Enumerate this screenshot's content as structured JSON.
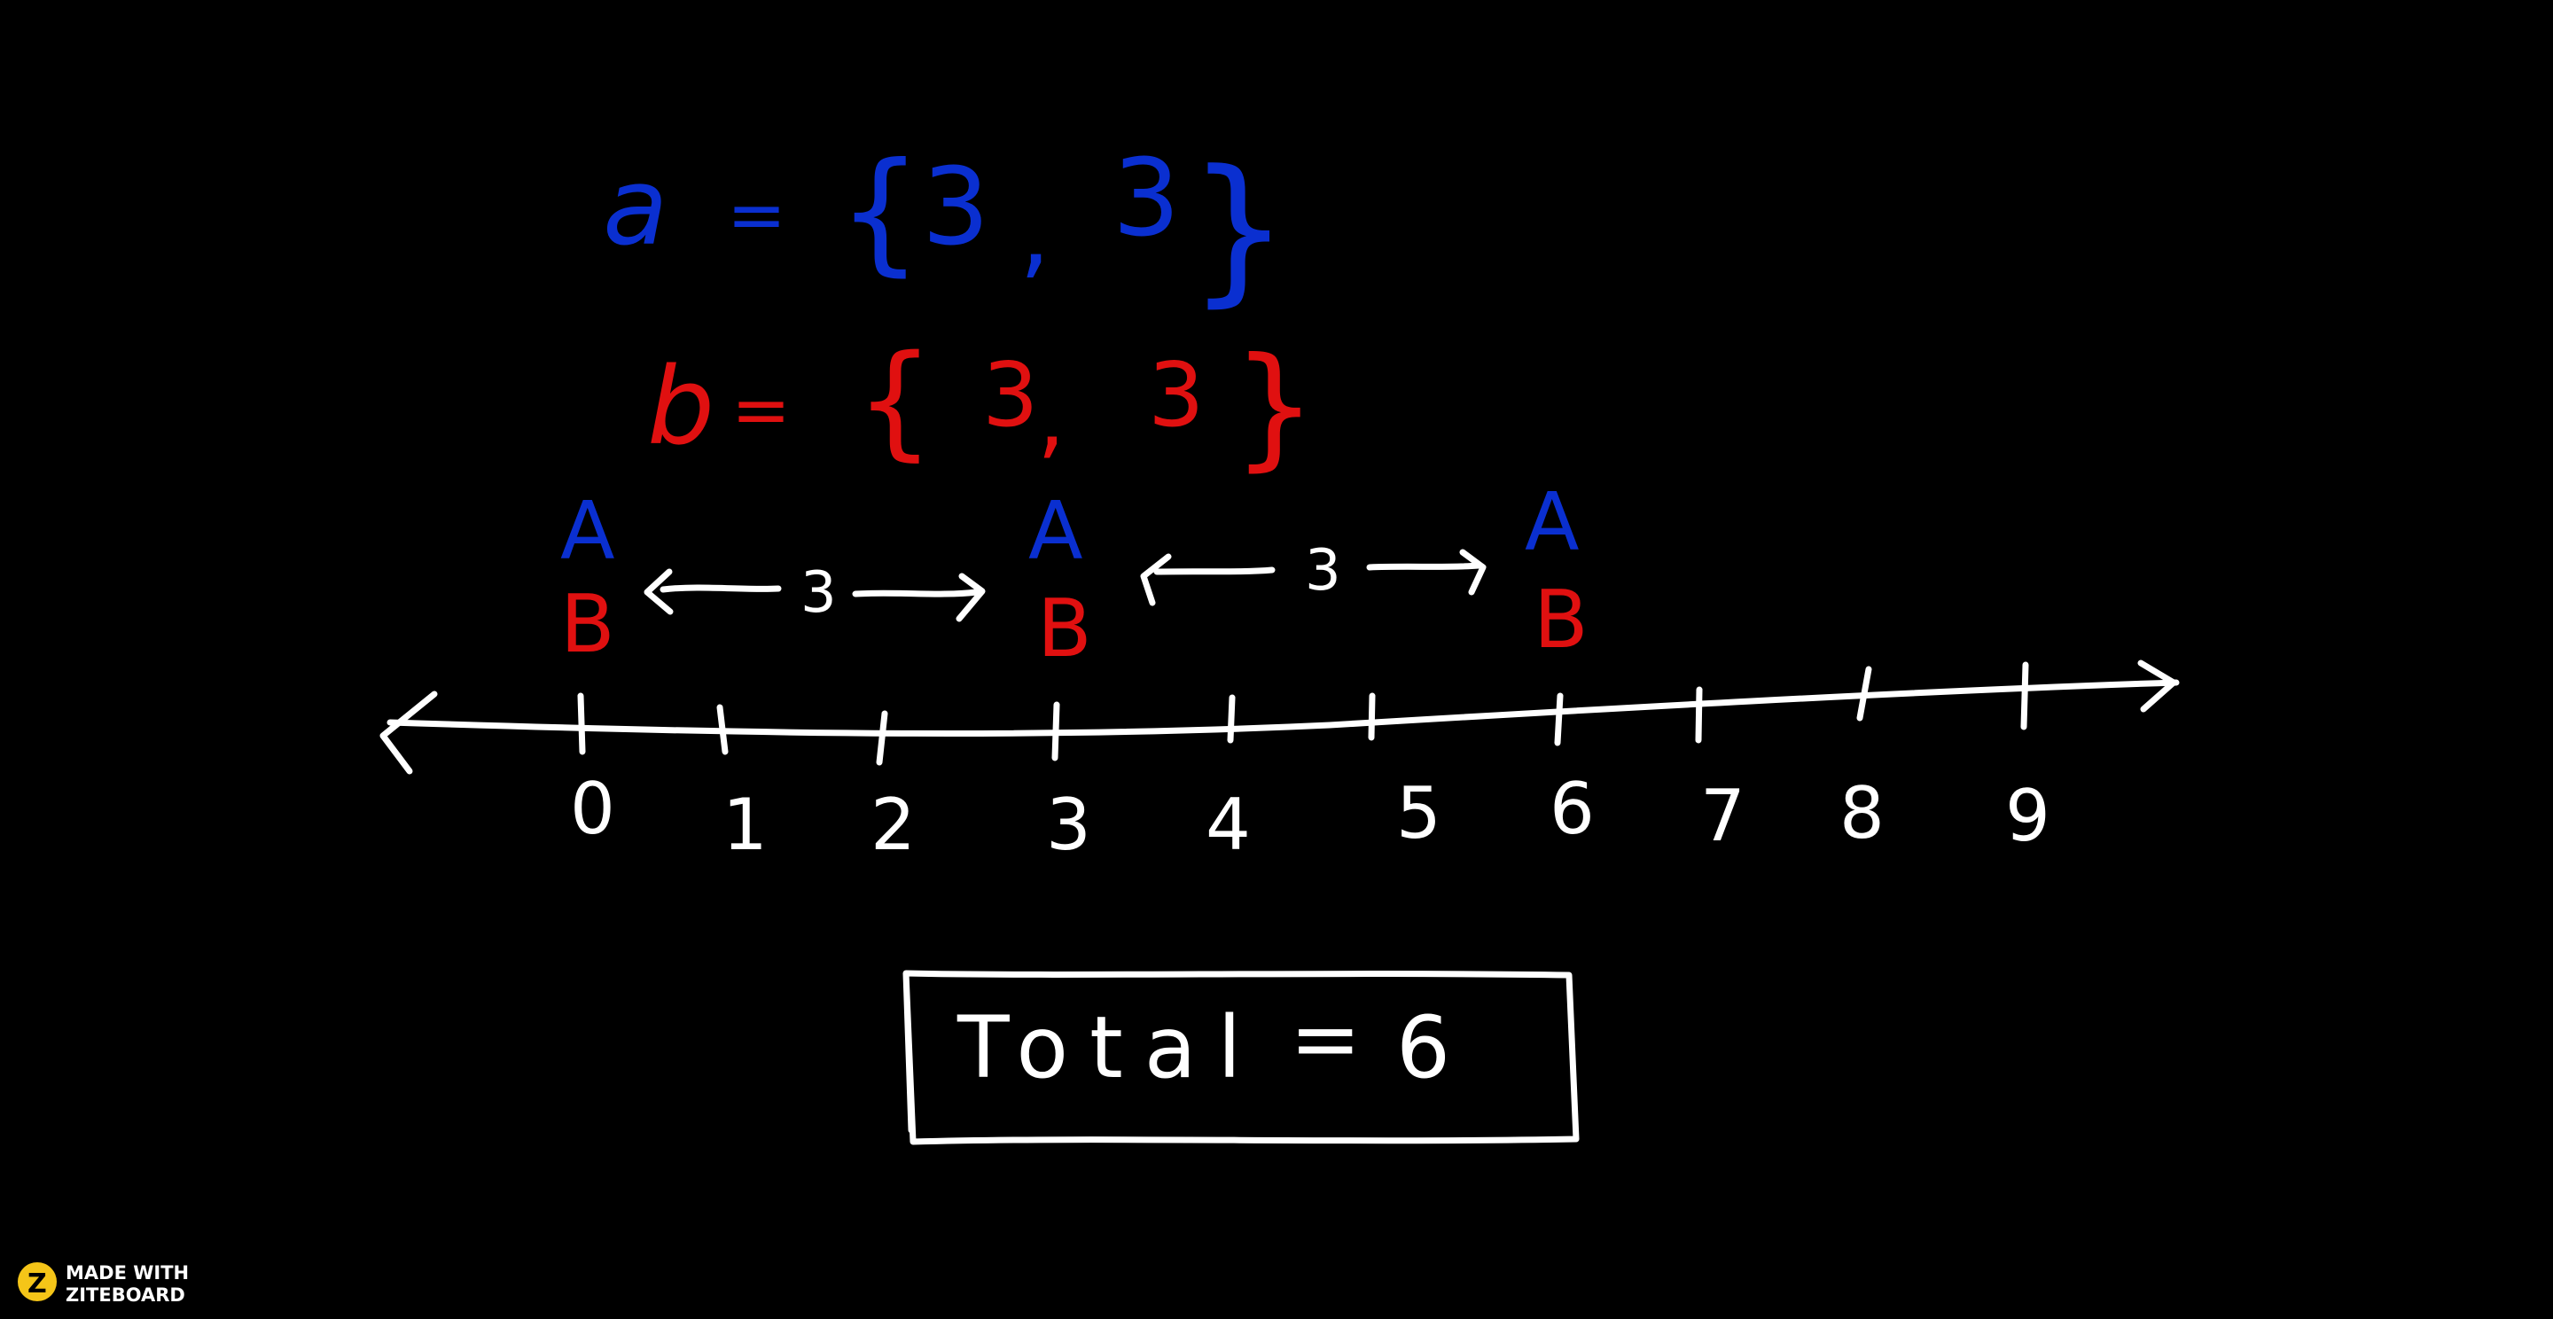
{
  "colors": {
    "background": "#000000",
    "ink": "#ffffff",
    "set_a": "#0a2fd0",
    "set_b": "#e01010",
    "logo": "#f5c518"
  },
  "set_a": {
    "name": "a",
    "equals": "=",
    "open_brace": "{",
    "first": "3",
    "comma": ",",
    "second": "3",
    "close_brace": "}"
  },
  "set_b": {
    "name": "b",
    "equals": "=",
    "open_brace": "{",
    "first": "3",
    "comma": ",",
    "second": "3",
    "close_brace": "}"
  },
  "markers": [
    {
      "top": "A",
      "bottom": "B",
      "position": 0
    },
    {
      "top": "A",
      "bottom": "B",
      "position": 3
    },
    {
      "top": "A",
      "bottom": "B",
      "position": 6
    }
  ],
  "jumps": [
    {
      "from": 0,
      "to": 3,
      "label": "3"
    },
    {
      "from": 3,
      "to": 6,
      "label": "3"
    }
  ],
  "number_line": {
    "ticks": [
      "0",
      "1",
      "2",
      "3",
      "4",
      "5",
      "6",
      "7",
      "8",
      "9"
    ]
  },
  "result": {
    "label": "Total",
    "equals": "=",
    "value": "6"
  },
  "watermark": {
    "logo_letter": "Z",
    "line1": "MADE WITH",
    "line2": "ZITEBOARD"
  }
}
